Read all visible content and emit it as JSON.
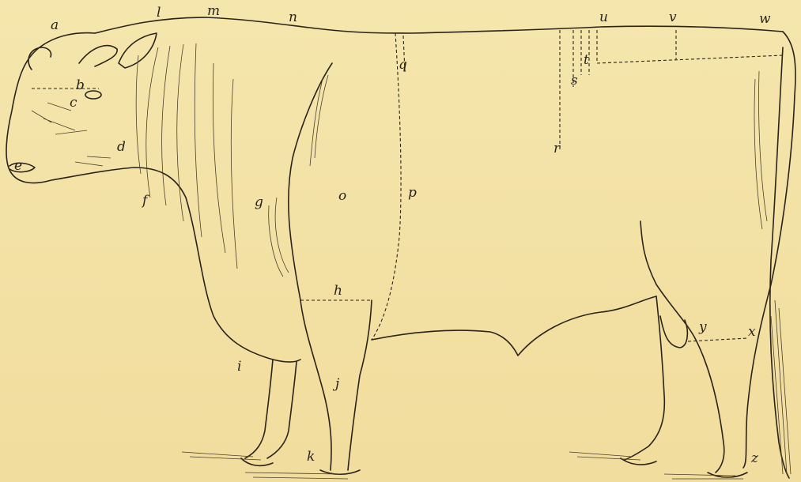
{
  "labels": {
    "a": "a",
    "b": "b",
    "c": "c",
    "d": "d",
    "e": "e",
    "f": "f",
    "g": "g",
    "h": "h",
    "i": "i",
    "j": "j",
    "k": "k",
    "l": "l",
    "m": "m",
    "n": "n",
    "o": "o",
    "p": "p",
    "q": "q",
    "r": "r",
    "s": "s",
    "t": "t",
    "u": "u",
    "v": "v",
    "w": "w",
    "x": "x",
    "y": "y",
    "z": "z"
  }
}
